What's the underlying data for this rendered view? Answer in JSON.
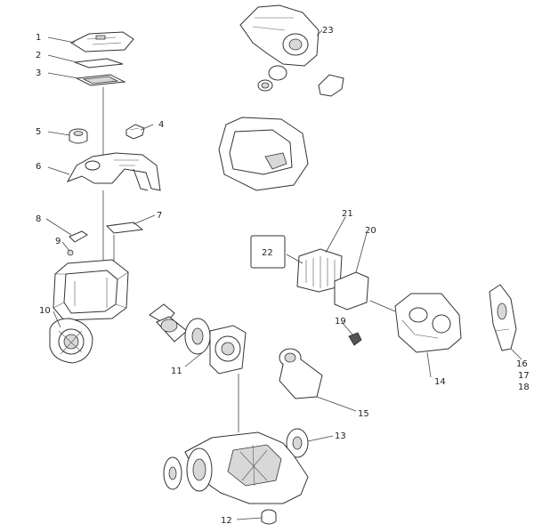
{
  "callouts": [
    {
      "id": "1",
      "text": "1"
    },
    {
      "id": "2",
      "text": "2"
    },
    {
      "id": "3",
      "text": "3"
    },
    {
      "id": "4",
      "text": "4"
    },
    {
      "id": "5",
      "text": "5"
    },
    {
      "id": "6",
      "text": "6"
    },
    {
      "id": "7",
      "text": "7"
    },
    {
      "id": "8",
      "text": "8"
    },
    {
      "id": "9",
      "text": "9"
    },
    {
      "id": "10",
      "text": "10"
    },
    {
      "id": "11",
      "text": "11"
    },
    {
      "id": "12",
      "text": "12"
    },
    {
      "id": "13",
      "text": "13"
    },
    {
      "id": "14",
      "text": "14"
    },
    {
      "id": "15",
      "text": "15"
    },
    {
      "id": "16",
      "text": "16"
    },
    {
      "id": "17",
      "text": "17"
    },
    {
      "id": "18",
      "text": "18"
    },
    {
      "id": "19",
      "text": "19"
    },
    {
      "id": "20",
      "text": "20"
    },
    {
      "id": "21",
      "text": "21"
    },
    {
      "id": "22",
      "text": "22"
    },
    {
      "id": "23",
      "text": "23"
    }
  ]
}
